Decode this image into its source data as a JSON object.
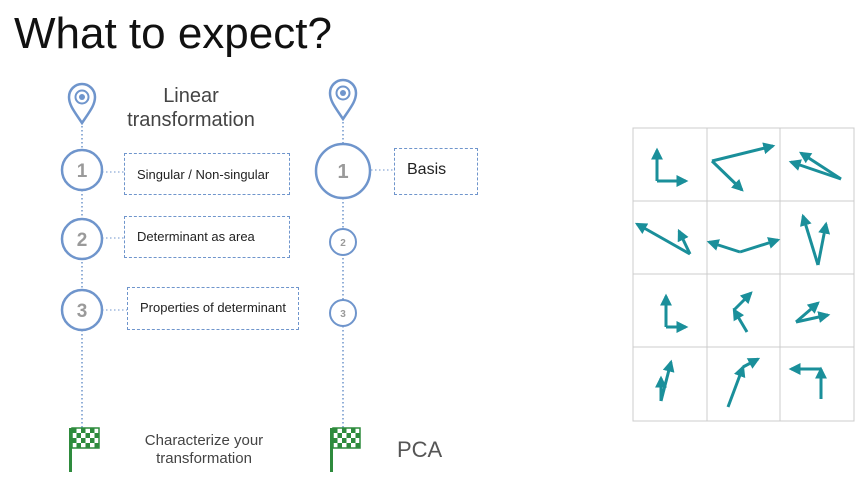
{
  "title": "What to expect?",
  "colors": {
    "accent": "#6f95cc",
    "flag": "#2e8b3d",
    "arrow": "#1a8f9a",
    "grid": "#cccccc"
  },
  "track_1": {
    "heading_line1": "Linear",
    "heading_line2": "transformation",
    "steps": [
      {
        "number": "1",
        "label": "Singular / Non-singular"
      },
      {
        "number": "2",
        "label": "Determinant as area"
      },
      {
        "number": "3",
        "label": "Properties of determinant"
      }
    ],
    "goal_line1": "Characterize your",
    "goal_line2": "transformation",
    "start_icon": "map-pin-icon",
    "end_icon": "checkered-flag-icon"
  },
  "track_2": {
    "steps": [
      {
        "number": "1",
        "label": "Basis"
      },
      {
        "number": "2"
      },
      {
        "number": "3"
      }
    ],
    "goal": "PCA",
    "start_icon": "map-pin-icon",
    "end_icon": "checkered-flag-icon"
  },
  "vector_grid": {
    "rows": 4,
    "cols": 3,
    "icon": "vector-pair-icon"
  }
}
